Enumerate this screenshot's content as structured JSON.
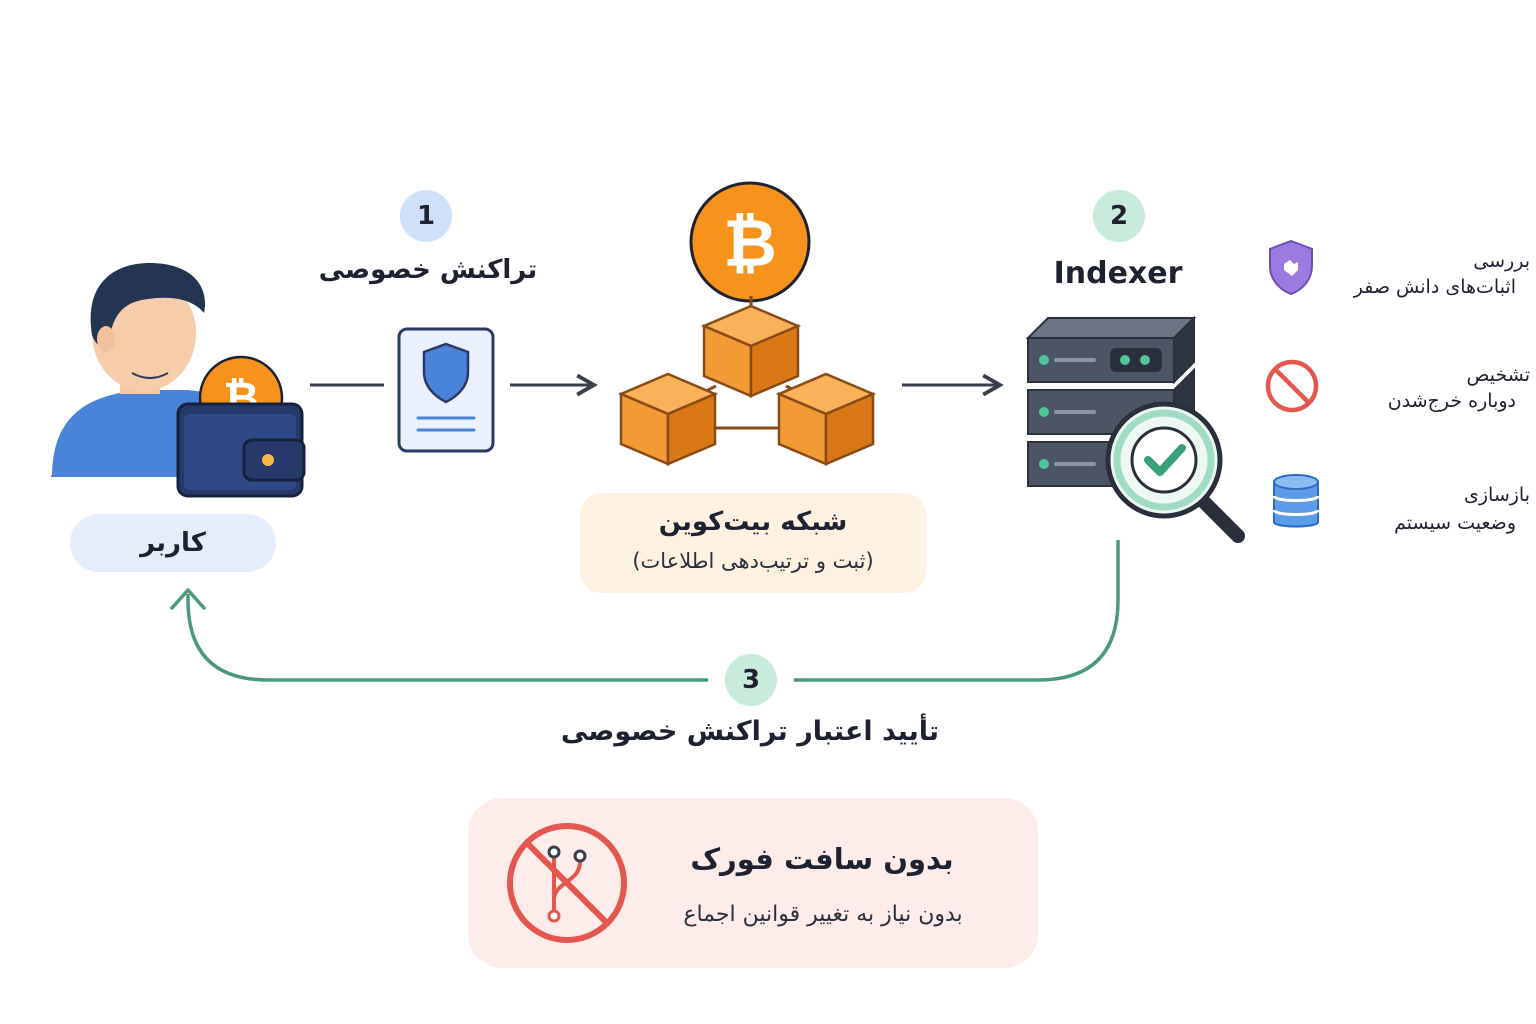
{
  "step1": {
    "number": "1",
    "label": "تراکنش خصوصی"
  },
  "step2": {
    "number": "2",
    "label": "Indexer"
  },
  "step3": {
    "number": "3",
    "label": "تأیید اعتبار تراکنش خصوصی"
  },
  "user": {
    "label": "کاربر"
  },
  "network": {
    "title": "شبکه بیت‌کوین",
    "subtitle": "(ثبت و ترتیب‌دهی اطلاعات)"
  },
  "features": [
    {
      "line1": "بررسی",
      "line2": "اثبات‌های دانش صفر",
      "icon": "shield-icon"
    },
    {
      "line1": "تشخیص",
      "line2": "دوباره خرج‌شدن",
      "icon": "prohibited-icon"
    },
    {
      "line1": "بازسازی",
      "line2": "وضعیت سیستم",
      "icon": "database-icon"
    }
  ],
  "no_fork": {
    "title": "بدون سافت فورک",
    "subtitle": "بدون نیاز به تغییر قوانین اجماع",
    "icon": "no-fork-icon"
  },
  "colors": {
    "bitcoin_orange": "#f7931a",
    "green": "#4a9a7a",
    "blue_badge": "#cfe0fb",
    "green_badge": "#c7ecdc",
    "pink_panel": "#fdecea",
    "cream_panel": "#fdf1e2",
    "user_panel": "#e4edfb"
  }
}
